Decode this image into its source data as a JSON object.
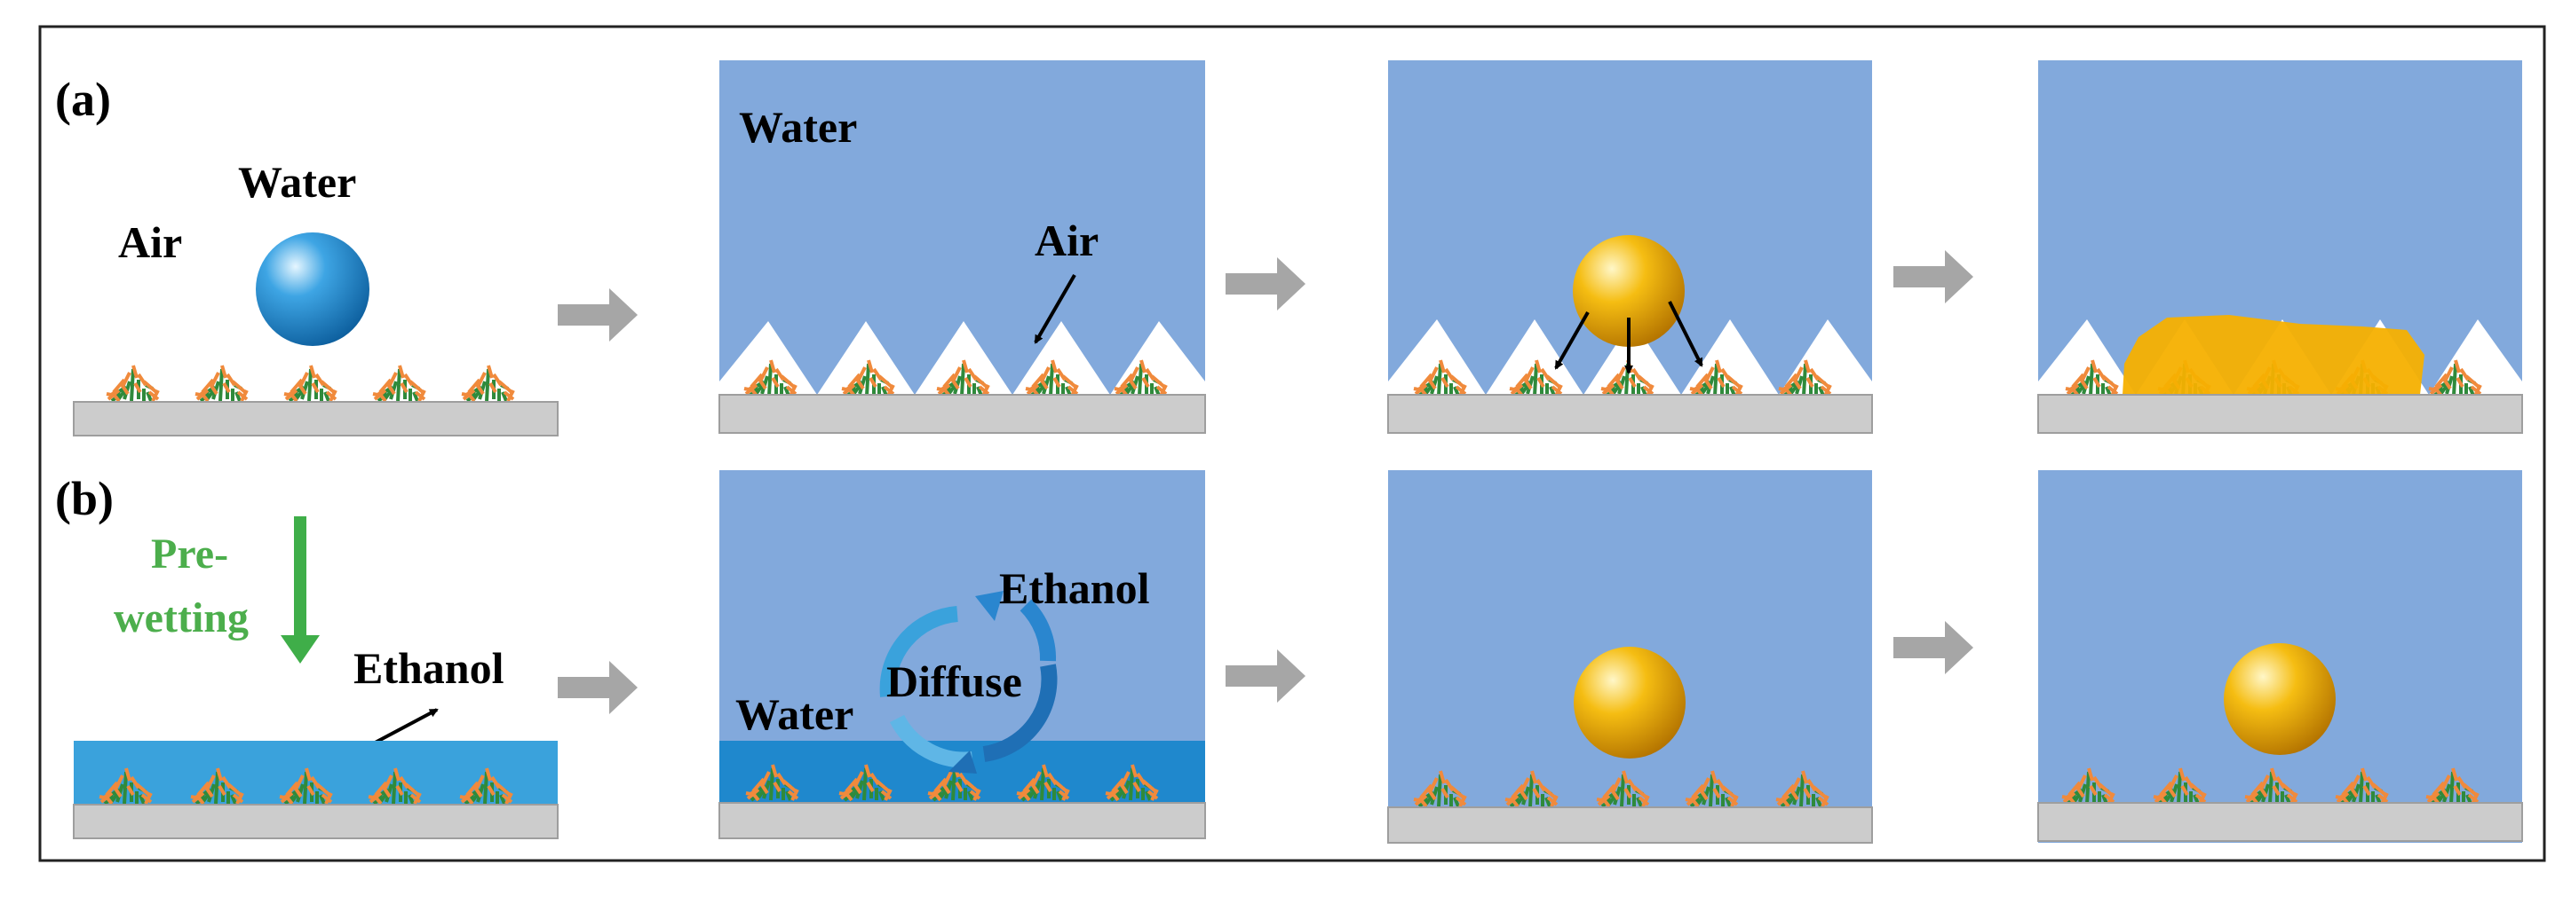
{
  "labels": {
    "panel_a": "(a)",
    "panel_b": "(b)",
    "a1_water": "Water",
    "a1_air": "Air",
    "a2_water": "Water",
    "a2_air": "Air",
    "b1_pre": "Pre-",
    "b1_wetting": "wetting",
    "b1_ethanol": "Ethanol",
    "b2_ethanol": "Ethanol",
    "b2_diffuse": "Diffuse",
    "b2_water": "Water"
  },
  "colors": {
    "water_bg": "#82a9dc",
    "substrate": "#cccccc",
    "air_pocket": "#ffffff",
    "ethanol_layer": "#3aa2dc",
    "diffuse_layer": "#1f88cd",
    "gold_sphere": "#f2b200",
    "gold_film": "#f5b000",
    "blue_sphere": "#2d8fd0",
    "process_arrow": "#a6a6a6",
    "prewet_arrow": "#3fae49",
    "prewet_text": "#4cae4c",
    "plant_orange": "#f08a3c",
    "plant_green": "#2f8a3b"
  }
}
